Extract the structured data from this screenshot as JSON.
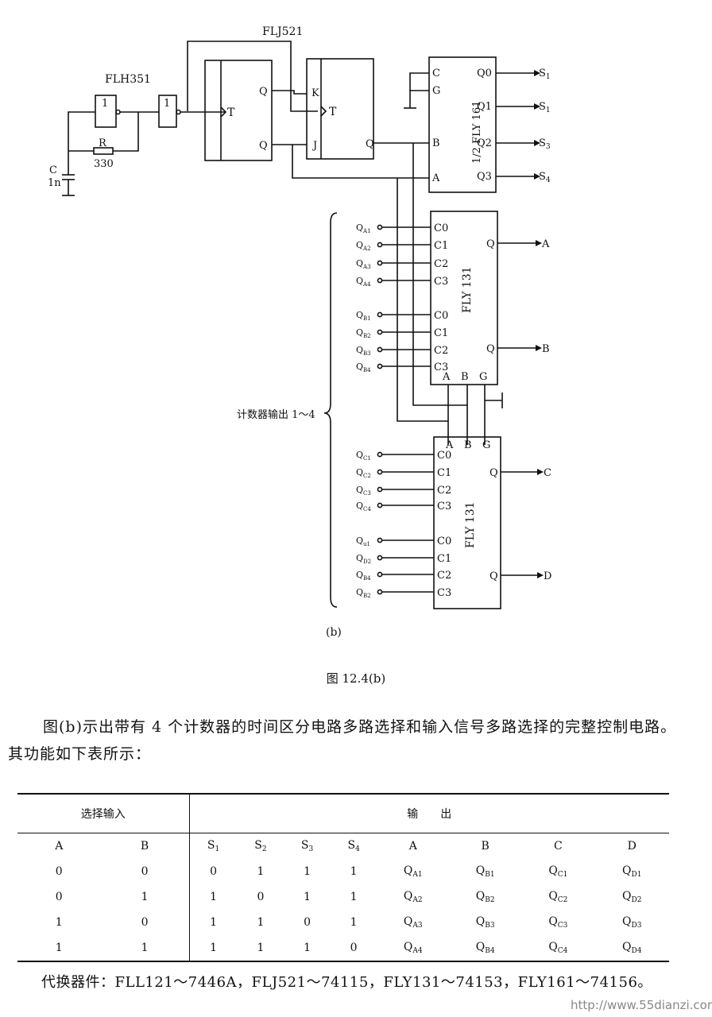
{
  "diagram": {
    "flh351": "FLH351",
    "flj521": "FLJ521",
    "inv1": "1",
    "inv2": "1",
    "r_label": "R",
    "r_value": "330",
    "c_label": "C",
    "c_value": "1n",
    "ff1_t": "T",
    "ff1_q": "Q",
    "ff1_qb": "Q",
    "ff2_k": "K",
    "ff2_t": "T",
    "ff2_j": "J",
    "ff2_q": "Q",
    "dec_name": "1/2 FLY 161",
    "dec_pins_left": [
      "C",
      "G",
      "B",
      "A"
    ],
    "dec_pins_right": [
      "Q0",
      "Q1",
      "Q2",
      "Q3"
    ],
    "dec_out_labels": [
      "S",
      "S",
      "S",
      "S"
    ],
    "dec_out_subs": [
      "1",
      "1",
      "3",
      "4"
    ],
    "mux_name": "FLY 131",
    "mux_pins": [
      "C0",
      "C1",
      "C2",
      "C3",
      "C0",
      "C1",
      "C2",
      "C3"
    ],
    "mux_q": "Q",
    "mux_sel": [
      "A",
      "B",
      "G"
    ],
    "mux1_inputs": [
      "A1",
      "A2",
      "A3",
      "A4",
      "B1",
      "B2",
      "B3",
      "B4"
    ],
    "mux2_inputs": [
      "C1",
      "C2",
      "C3",
      "C4",
      "u1",
      "D2",
      "B4",
      "B2"
    ],
    "mux1_outputs": [
      "A",
      "B"
    ],
    "mux2_outputs": [
      "C",
      "D"
    ],
    "input_prefix": "Q",
    "brace_label": "计数器输出 1～4",
    "sub_label": "(b)"
  },
  "figure_caption": "图 12.4(b)",
  "paragraph": "图(b)示出带有 4 个计数器的时间区分电路多路选择和输入信号多路选择的完整控制电路。其功能如下表所示：",
  "table": {
    "header_inputs": "选择输入",
    "header_outputs": "输　　出",
    "col_a": "A",
    "col_b": "B",
    "col_s1": "S",
    "col_s1_sub": "1",
    "col_s2": "S",
    "col_s2_sub": "2",
    "col_s3": "S",
    "col_s3_sub": "3",
    "col_s4": "S",
    "col_s4_sub": "4",
    "col_oa": "A",
    "col_ob": "B",
    "col_oc": "C",
    "col_od": "D",
    "rows": [
      {
        "a": "0",
        "b": "0",
        "s1": "0",
        "s2": "1",
        "s3": "1",
        "s4": "1",
        "qa": "A1",
        "qb": "B1",
        "qc": "C1",
        "qd": "D1"
      },
      {
        "a": "0",
        "b": "1",
        "s1": "1",
        "s2": "0",
        "s3": "1",
        "s4": "1",
        "qa": "A2",
        "qb": "B2",
        "qc": "C2",
        "qd": "D2"
      },
      {
        "a": "1",
        "b": "0",
        "s1": "1",
        "s2": "1",
        "s3": "0",
        "s4": "1",
        "qa": "A3",
        "qb": "B3",
        "qc": "C3",
        "qd": "D3"
      },
      {
        "a": "1",
        "b": "1",
        "s1": "1",
        "s2": "1",
        "s3": "1",
        "s4": "0",
        "qa": "A4",
        "qb": "B4",
        "qc": "C4",
        "qd": "D4"
      }
    ],
    "q_letter": "Q"
  },
  "footer": "代换器件：FLL121～7446A，FLJ521～74115，FLY131～74153，FLY161～74156。",
  "watermark": "http://www.55dianzi.com"
}
